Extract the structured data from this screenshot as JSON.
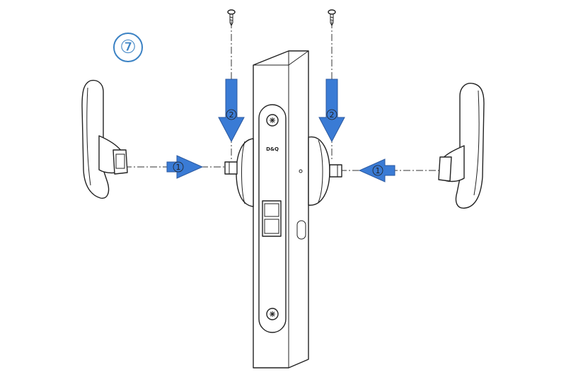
{
  "figure": {
    "step_label": "⑦",
    "lock_brand": "D&Q",
    "accent_color": "#3a7bd5",
    "arrows": [
      {
        "id": "left-handle-arrow",
        "badge": "1",
        "direction": "right"
      },
      {
        "id": "right-handle-arrow",
        "badge": "1",
        "direction": "left"
      },
      {
        "id": "left-screw-arrow",
        "badge": "2",
        "direction": "down"
      },
      {
        "id": "right-screw-arrow",
        "badge": "2",
        "direction": "down"
      }
    ]
  }
}
